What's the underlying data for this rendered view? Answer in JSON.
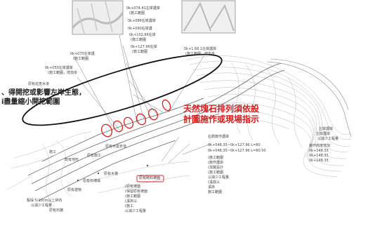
{
  "annotations": {
    "red_note_line1": "天然塊石排列須依設",
    "red_note_line2": "計圖施作或現場指示",
    "left_note_line1": "、得開挖或影響左岸生態，",
    "left_note_line2": "i盡量縮小開挖範圍"
  },
  "labels": {
    "top_cluster": [
      "0k+074.41左岸護岸",
      "(施工範圍",
      "0k+086右岸護岸",
      "0k+090右岸護",
      "0k+102.96右岸",
      "(施工範圍",
      "0k+127.96右岸",
      "(施工範圍"
    ],
    "top_right": "0k+1 66.1左岸護岸",
    "top_right_sub": "(施工範圍，增加多",
    "top_left": [
      "0k+070左岸護",
      "(施工範圍",
      "0k+050左岸護岸",
      "(施工範圍，增加多"
    ],
    "right_side": [
      "左岸護岸",
      "左岸護岸",
      "以減少工程量",
      "施作高度增加",
      "0k+148.35",
      "0k+148.35",
      "0k+148.35"
    ],
    "lower_right": [
      "右側施作護岸",
      "0k+048.35~0k+127.96 L=80",
      "0k+048.35~0k+127.96 L=80.50",
      "(施工範圍",
      "(施作護岸",
      "(加寬設計",
      "(施工範圍",
      "以減少工程量",
      "(溪底以",
      "溪床",
      "施工範圍"
    ],
    "bottom_boxed": "原有砌石坡面",
    "bottom_paragraph": [
      "(原有坡面",
      "(保留原有坡面",
      "(施工範圍",
      "(溪床以",
      "(施工",
      "以減少工程量"
    ],
    "left_side": [
      "原有巡查水道",
      "原有木屋步道",
      "原有施工",
      "施工",
      "既有地形",
      "擬採 5/10cm以上碎石",
      "以減少工程量",
      "原有石塊堤",
      "原有木棧",
      "原有建物",
      "原有石牆"
    ]
  }
}
